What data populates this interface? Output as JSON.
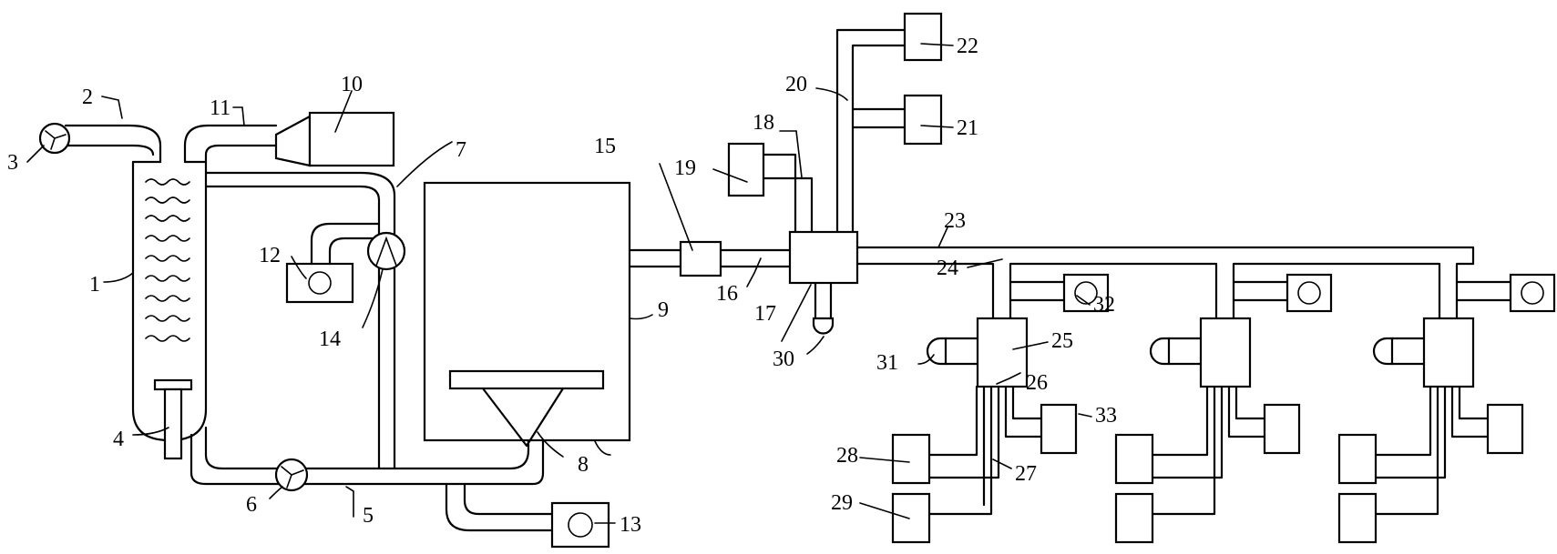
{
  "labels": {
    "l1": "1",
    "l2": "2",
    "l3": "3",
    "l4": "4",
    "l5": "5",
    "l6": "6",
    "l7": "7",
    "l8": "8",
    "l9": "9",
    "l10": "10",
    "l11": "11",
    "l12": "12",
    "l13": "13",
    "l14": "14",
    "l15": "15",
    "l16": "16",
    "l17": "17",
    "l18": "18",
    "l19": "19",
    "l20": "20",
    "l21": "21",
    "l22": "22",
    "l23": "23",
    "l24": "24",
    "l25": "25",
    "l26": "26",
    "l27": "27",
    "l28": "28",
    "l29": "29",
    "l30": "30",
    "l31": "31",
    "l32": "32",
    "l33": "33"
  },
  "colors": {
    "line": "#000000",
    "background": "#ffffff"
  }
}
